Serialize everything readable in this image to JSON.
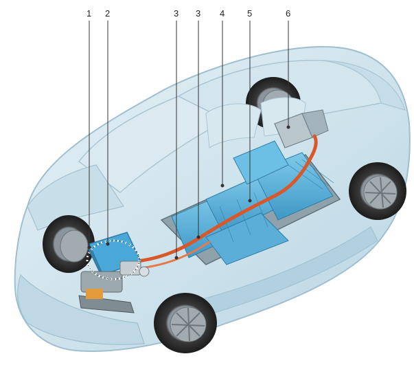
{
  "callouts": [
    {
      "id": "1",
      "label": "1"
    },
    {
      "id": "2",
      "label": "2"
    },
    {
      "id": "3a",
      "label": "3"
    },
    {
      "id": "3b",
      "label": "3"
    },
    {
      "id": "4",
      "label": "4"
    },
    {
      "id": "5",
      "label": "5"
    },
    {
      "id": "6",
      "label": "6"
    }
  ],
  "colors": {
    "body_glass": "#cfe4ee",
    "body_outline": "#9fbfcf",
    "battery": "#5fb7de",
    "battery_dark": "#3f8fb8",
    "cable": "#d9582a",
    "tire": "#2e2e2e",
    "rim": "#9aa3a8",
    "motor": "#4aa8d8",
    "leader": "#333333"
  }
}
